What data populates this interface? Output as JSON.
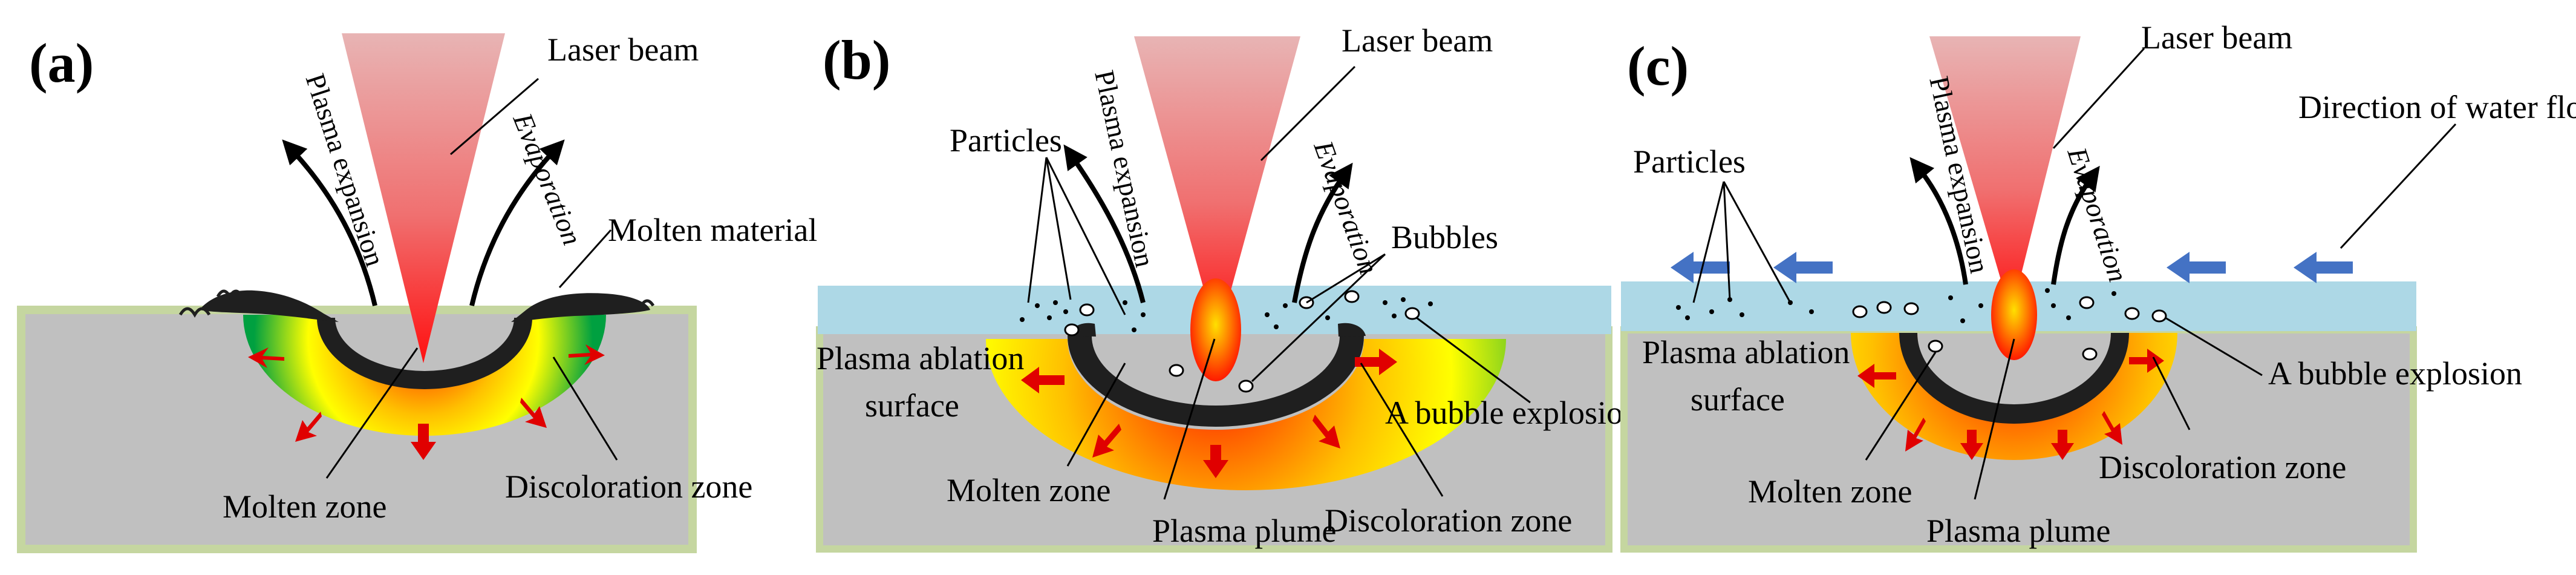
{
  "panels": {
    "a": {
      "tag": "(a)",
      "laser_beam": "Laser beam",
      "plasma_expansion": "Plasma expansion",
      "evaporation": "Evaporation",
      "molten_material": "Molten material",
      "molten_zone": "Molten zone",
      "discoloration_zone": "Discoloration zone"
    },
    "b": {
      "tag": "(b)",
      "laser_beam": "Laser beam",
      "particles": "Particles",
      "plasma_expansion": "Plasma expansion",
      "evaporation": "Evaporation",
      "bubbles": "Bubbles",
      "plasma_ablation_line1": "Plasma ablation",
      "plasma_ablation_line2": "surface",
      "bubble_explosion": "A bubble explosion",
      "molten_zone": "Molten zone",
      "plasma_plume": "Plasma plume",
      "discoloration_zone": "Discoloration zone"
    },
    "c": {
      "tag": "(c)",
      "laser_beam": "Laser beam",
      "water_flow": "Direction of water flow",
      "particles": "Particles",
      "plasma_expansion": "Plasma expansion",
      "evaporation": "Evaporation",
      "plasma_ablation_line1": "Plasma ablation",
      "plasma_ablation_line2": "surface",
      "bubble_explosion": "A bubble explosion",
      "molten_zone": "Molten zone",
      "discoloration_zone": "Discoloration zone",
      "plasma_plume": "Plasma plume"
    }
  },
  "colors": {
    "substrate": "#c0c0c0",
    "substrate_border": "#c5d6a0",
    "water": "#add8e6",
    "molten_layer": "#1f1f1f",
    "heat_red": "#ff0000",
    "heat_yellow": "#ffff00",
    "heat_green": "#00b050",
    "water_flow_arrow": "#4472c4"
  }
}
